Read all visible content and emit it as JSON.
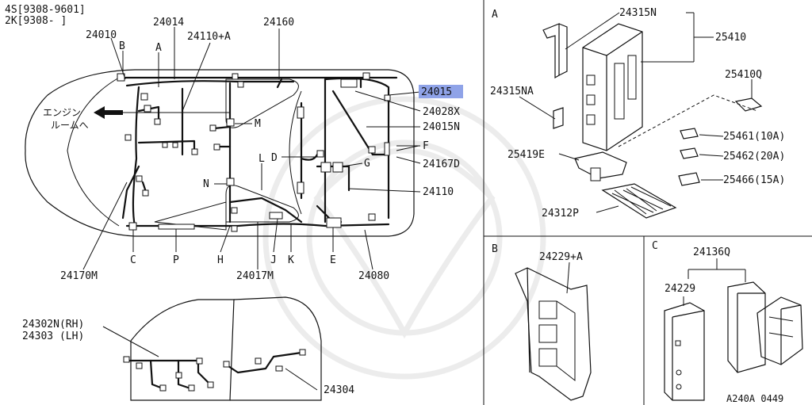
{
  "header": {
    "line1": "4S[9308-9601]",
    "line2": "2K[9308-     ]"
  },
  "main_labels": {
    "p24010": "24010",
    "p24014": "24014",
    "p24110a": "24110+A",
    "p24160": "24160",
    "p24015": "24015",
    "p24028x": "24028X",
    "p24015n": "24015N",
    "p24167d": "24167D",
    "p24110": "24110",
    "p24170m": "24170M",
    "p24017m": "24017M",
    "p24080": "24080"
  },
  "engine_note": {
    "line1": "エンジン",
    "line2": "ルームへ"
  },
  "letters": {
    "A": "A",
    "B": "B",
    "C": "C",
    "D": "D",
    "E": "E",
    "F": "F",
    "G": "G",
    "H": "H",
    "J": "J",
    "K": "K",
    "L": "L",
    "M": "M",
    "N": "N",
    "P": "P"
  },
  "door_labels": {
    "p24302n": "24302N(RH)",
    "p24303": "24303 (LH)",
    "p24304": "24304"
  },
  "panel_a": {
    "title": "A",
    "p24315n": "24315N",
    "p25410": "25410",
    "p25410q": "25410Q",
    "p24315na": "24315NA",
    "p25461": "25461(10A)",
    "p25462": "25462(20A)",
    "p25466": "25466(15A)",
    "p25419e": "25419E",
    "p24312p": "24312P"
  },
  "panel_b": {
    "title": "B",
    "p24229a": "24229+A"
  },
  "panel_c": {
    "title": "C",
    "p24136q": "24136Q",
    "p24229": "24229",
    "code": "A240A 0449"
  }
}
